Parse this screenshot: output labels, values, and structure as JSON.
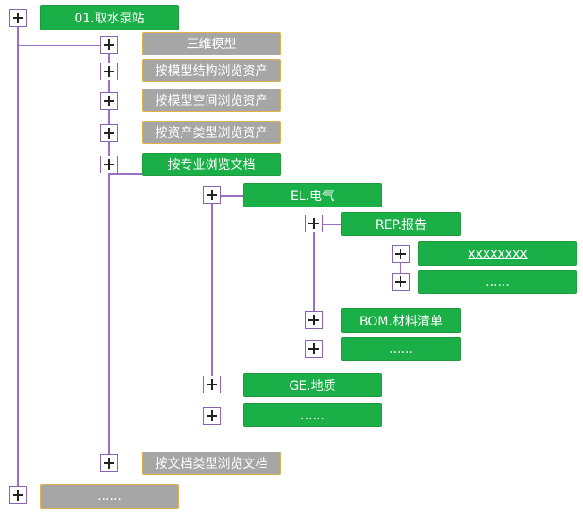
{
  "tree": {
    "root": {
      "label": "01.取水泵站",
      "style": "green"
    },
    "level1": [
      {
        "label": "三维模型",
        "style": "gray"
      },
      {
        "label": "按模型结构浏览资产",
        "style": "gray"
      },
      {
        "label": "按模型空间浏览资产",
        "style": "gray"
      },
      {
        "label": "按资产类型浏览资产",
        "style": "gray"
      },
      {
        "label": "按专业浏览文档",
        "style": "green"
      },
      {
        "label": "按文档类型浏览文档",
        "style": "gray"
      }
    ],
    "level2": [
      {
        "label": "EL.电气",
        "style": "green"
      },
      {
        "label": "GE.地质",
        "style": "green"
      },
      {
        "label": "......",
        "style": "green"
      }
    ],
    "level3": [
      {
        "label": "REP.报告",
        "style": "green"
      },
      {
        "label": "BOM.材料清单",
        "style": "green"
      },
      {
        "label": "......",
        "style": "green"
      }
    ],
    "level4": [
      {
        "label": "xxxxxxxx",
        "style": "green"
      },
      {
        "label": "......",
        "style": "green"
      }
    ],
    "root_sibling": {
      "label": "......",
      "style": "gray"
    }
  },
  "colors": {
    "green_node": "#1aaf47",
    "gray_node": "#a6a6a6",
    "gray_border": "#e1b14c",
    "connector": "#9b6fc4"
  },
  "icons": {
    "toggle": "plus-box-icon"
  }
}
